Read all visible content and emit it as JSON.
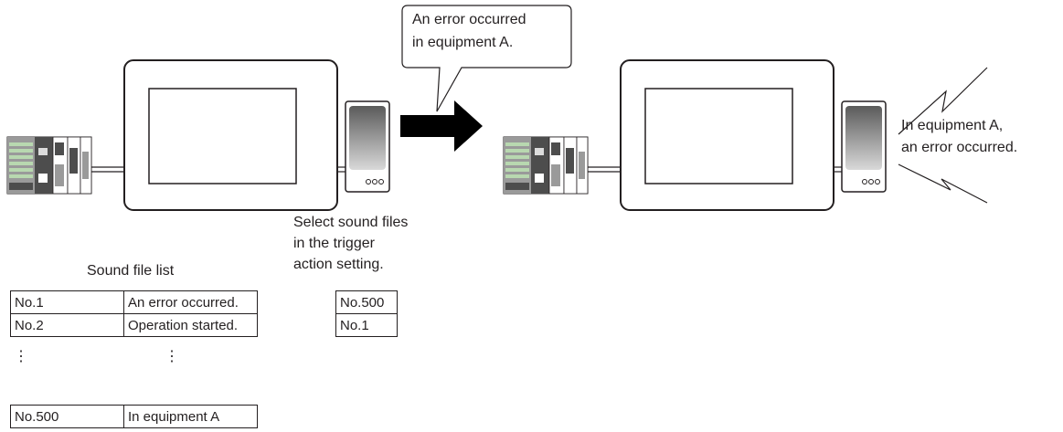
{
  "callout": {
    "line1": "An error occurred",
    "line2": "in equipment A."
  },
  "speaker_output": {
    "line1": "In equipment A,",
    "line2": "an error occurred."
  },
  "instruction": {
    "line1": "Select sound files",
    "line2": "in the trigger",
    "line3": "action setting."
  },
  "sound_file_list": {
    "title": "Sound file list",
    "rows": [
      {
        "no": "No.1",
        "text": "An error occurred."
      },
      {
        "no": "No.2",
        "text": "Operation started."
      },
      {
        "no": "No.500",
        "text": "In equipment A"
      }
    ],
    "ellipsis": "⋮"
  },
  "selected_files": [
    "No.500",
    "No.1"
  ],
  "colors": {
    "line": "#231f20",
    "device_fill": "#ffffff",
    "plc_dark": "#4d4d4d",
    "plc_mid": "#9a9a9a",
    "plc_green": "#b8d8b0",
    "speaker_grad_top": "#5a5a5a",
    "speaker_grad_bottom": "#d9d9d9"
  },
  "icons": {
    "plc": "plc-unit-icon",
    "got": "touch-panel-icon",
    "speaker": "speaker-icon",
    "arrow": "right-arrow-icon"
  }
}
